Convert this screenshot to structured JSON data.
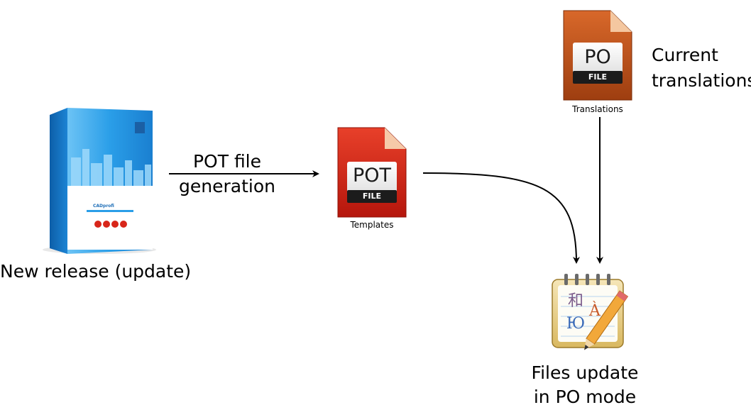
{
  "nodes": {
    "release": {
      "label": "New release (update)",
      "box_brand": "CADprofi"
    },
    "pot": {
      "badge": "POT",
      "file_tag": "FILE",
      "caption": "Templates"
    },
    "po": {
      "badge": "PO",
      "file_tag": "FILE",
      "caption": "Translations"
    },
    "current": {
      "line1": "Current",
      "line2": "translations"
    },
    "editor": {
      "line1": "Files update",
      "line2": "in PO mode",
      "glyph_top": "和",
      "glyph_bottom": "Ю",
      "glyph_accent": "À"
    }
  },
  "edges": {
    "release_to_pot": {
      "line1": "POT file",
      "line2": "generation"
    }
  },
  "colors": {
    "pot_red": "#d42a1a",
    "po_orange": "#c65a1c",
    "box_blue": "#1f8fe0",
    "arrow": "#000000"
  }
}
